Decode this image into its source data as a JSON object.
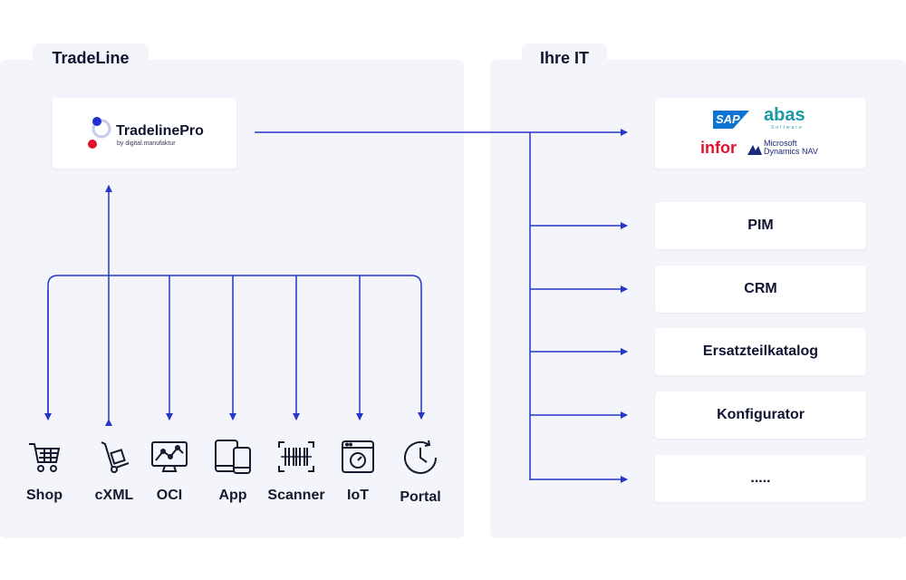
{
  "tradeline": {
    "title": "TradeLine"
  },
  "ihre_it": {
    "title": "Ihre IT"
  },
  "tradelinepro": {
    "name": "TradelinePro",
    "tagline": "by digital.manufaktur"
  },
  "erp_logos": {
    "sap": "SAP",
    "abas": "abas",
    "abas_sub": "Software",
    "infor": "infor",
    "ms_line1": "Microsoft",
    "ms_line2": "Dynamics NAV"
  },
  "systems": [
    "PIM",
    "CRM",
    "Ersatzteilkatalog",
    "Konfigurator",
    "....."
  ],
  "channels": [
    {
      "label": "Shop",
      "icon": "shopping-cart-icon"
    },
    {
      "label": "cXML",
      "icon": "hand-truck-icon"
    },
    {
      "label": "OCI",
      "icon": "monitor-chart-icon"
    },
    {
      "label": "App",
      "icon": "mobile-devices-icon"
    },
    {
      "label": "Scanner",
      "icon": "barcode-scanner-icon"
    },
    {
      "label": "IoT",
      "icon": "iot-device-icon"
    },
    {
      "label": "Portal",
      "icon": "clock-icon"
    }
  ],
  "colors": {
    "line": "#2536c8",
    "panel": "#f3f5fb",
    "text": "#141b2e",
    "sap_blue": "#0b74d1",
    "abas_teal": "#1b9aa6",
    "infor_red": "#e3122a",
    "ms_navy": "#1b2a7a"
  }
}
